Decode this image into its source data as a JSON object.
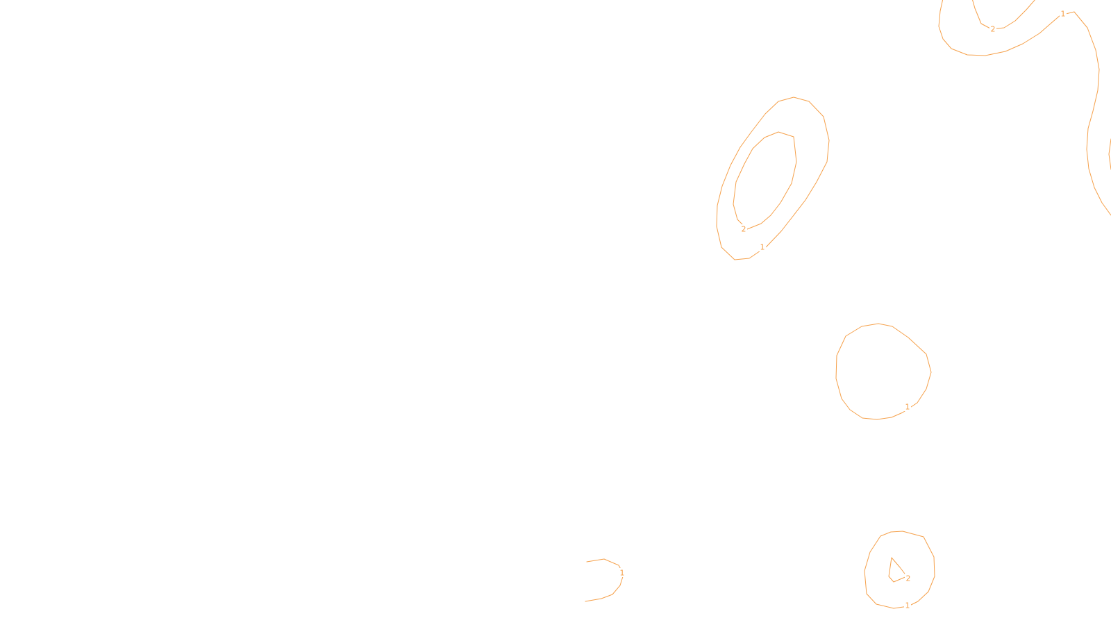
{
  "map": {
    "background_color": "#ffffff",
    "contour_color": "#f5a04a",
    "labels": [
      "1",
      "2",
      "2",
      "1",
      "1",
      "1",
      "2",
      "1"
    ]
  }
}
